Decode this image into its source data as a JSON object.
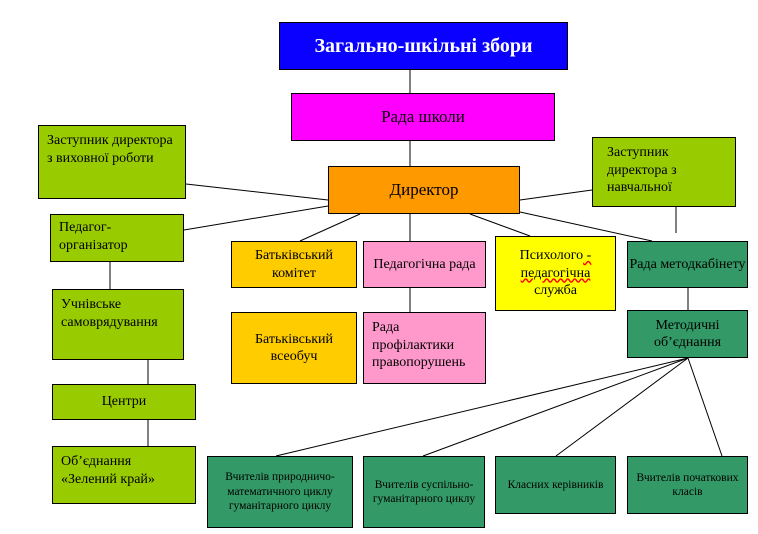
{
  "nodes": {
    "general_meeting": "Загально-шкільні  збори",
    "school_council": "Рада школи",
    "director": "Директор",
    "deputy_education": "Заступник директора з виховної роботи",
    "deputy_academic": "Заступник директора з навчальної",
    "organizer": "Педагог-організатор",
    "parent_committee": "Батьківський комітет",
    "pedagogical_council": "Педагогічна рада",
    "psych_service_part1": "Психолого",
    "psych_service_dash": " -",
    "psych_service_part2": "педагогічна",
    "psych_service_part3": "служба",
    "methodical_council": "Рада методкабінету",
    "student_selfgov": "Учнівське самоврядування",
    "parent_education": "Батьківський всеобуч",
    "prevention_council": "Рада профілактики правопорушень",
    "methodical_unions": "Методичні об’єднання",
    "centers": "Центри",
    "green_land": "Об’єднання «Зелений край»",
    "teachers_natural": "Вчителів природничо-математичного циклу гуманітарного циклу",
    "teachers_social": "Вчителів суспільно-гуманітарного циклу",
    "class_leaders": "Класних керівників",
    "primary_teachers": "Вчителів початкових класів"
  }
}
